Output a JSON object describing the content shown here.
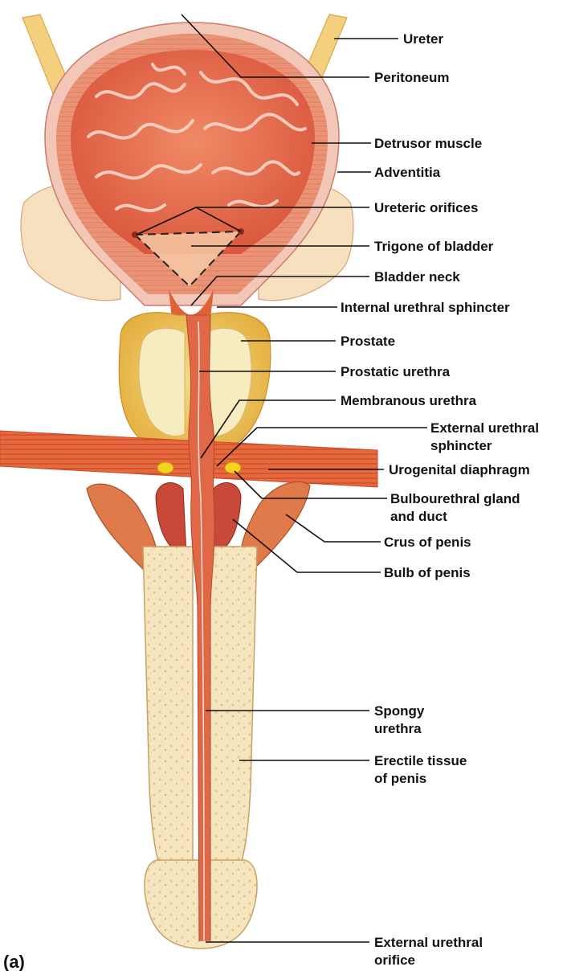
{
  "panel_label": "(a)",
  "labels": {
    "ureter": "Ureter",
    "peritoneum": "Peritoneum",
    "detrusor": "Detrusor muscle",
    "adventitia": "Adventitia",
    "ureteric_orifices": "Ureteric orifices",
    "trigone": "Trigone of bladder",
    "bladder_neck": "Bladder neck",
    "internal_sphincter": "Internal urethral sphincter",
    "prostate": "Prostate",
    "prostatic_urethra": "Prostatic urethra",
    "membranous_urethra": "Membranous urethra",
    "external_sphincter": [
      "External urethral",
      "sphincter"
    ],
    "urogenital_diaphragm": "Urogenital diaphragm",
    "bulbourethral": [
      "Bulbourethral gland",
      "and duct"
    ],
    "crus": "Crus of penis",
    "bulb": "Bulb of penis",
    "spongy_urethra": [
      "Spongy",
      "urethra"
    ],
    "erectile_tissue": [
      "Erectile tissue",
      "of penis"
    ],
    "external_orifice": [
      "External urethral",
      "orifice"
    ]
  },
  "colors": {
    "bladder_lumen": "#e8795a",
    "bladder_wall": "#f2c7b8",
    "peritoneum": "#f7e4c8",
    "prostate": "#f0c760",
    "muscle": "#e0603a",
    "erectile": "#f6e6bf",
    "urethra": "#d8553a",
    "ureter": "#f3cf7e",
    "gland": "#f6d21e"
  }
}
